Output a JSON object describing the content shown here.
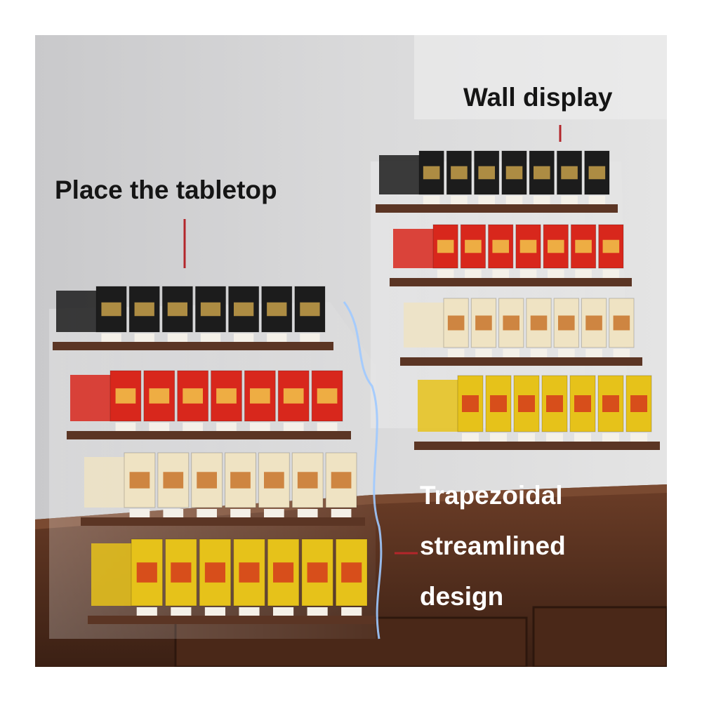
{
  "captions": {
    "tabletop": "Place the tabletop",
    "wall": "Wall display",
    "design_line1": "Trapezoidal",
    "design_line2": "streamlined",
    "design_line3": "design"
  },
  "colors": {
    "wall": "#d2d2d4",
    "cabinet": "#5a3321",
    "pack_black": "#1c1c1c",
    "pack_red": "#d8271c",
    "pack_cream": "#efe3c3",
    "pack_yellow": "#e6c21a",
    "shelf_wood": "#5b3524",
    "guide_line": "#b3262b"
  }
}
